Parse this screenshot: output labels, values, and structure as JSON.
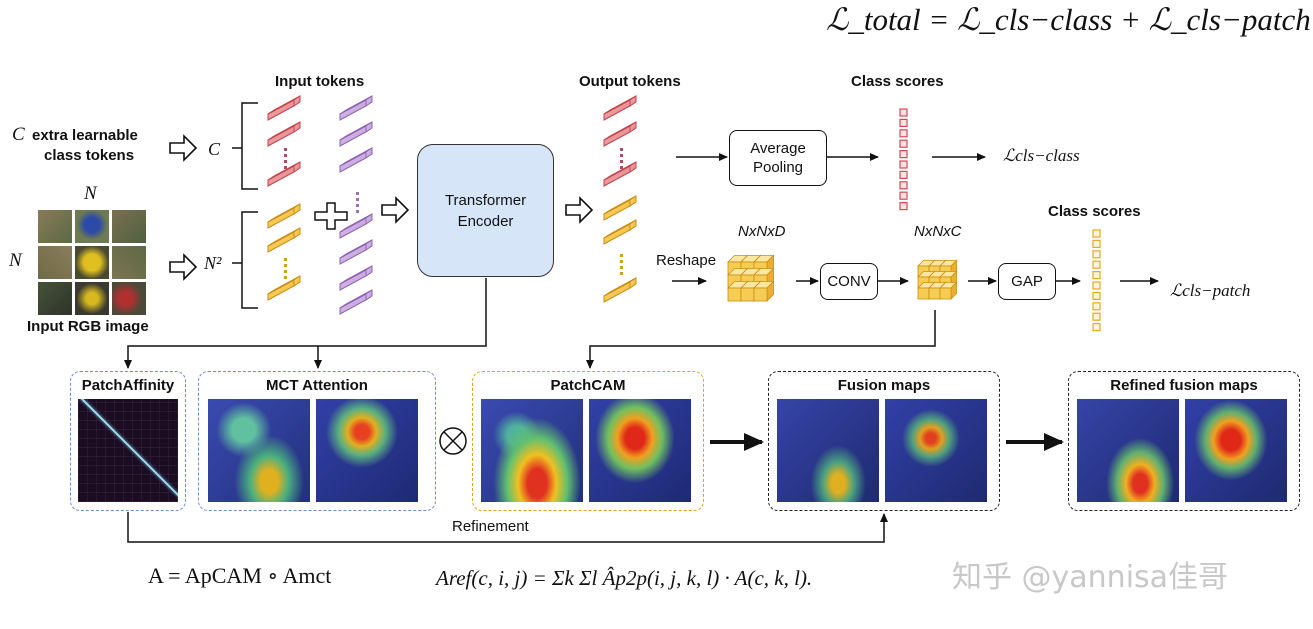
{
  "top_formula": "ℒ_total = ℒ_cls−class + ℒ_cls−patch",
  "left": {
    "c_label": "C",
    "extra_tokens_line1": "extra learnable",
    "extra_tokens_line2": "class tokens",
    "n_top": "N",
    "n_left": "N",
    "input_caption": "Input RGB image",
    "c_brace": "C",
    "n2_brace": "N²"
  },
  "headers": {
    "input_tokens": "Input tokens",
    "output_tokens": "Output tokens",
    "class_scores_1": "Class scores",
    "class_scores_2": "Class scores"
  },
  "blocks": {
    "encoder_line1": "Transformer",
    "encoder_line2": "Encoder",
    "avg_line1": "Average",
    "avg_line2": "Pooling",
    "conv": "CONV",
    "gap": "GAP",
    "reshape": "Reshape",
    "nnd": "NxNxD",
    "nnc": "NxNxC",
    "loss_class": "ℒcls−class",
    "loss_patch": "ℒcls−patch"
  },
  "panels": {
    "patch_affinity": "PatchAffinity",
    "mct_attention": "MCT Attention",
    "patchcam": "PatchCAM",
    "fusion_maps": "Fusion maps",
    "refined_fusion_maps": "Refined fusion maps",
    "refinement": "Refinement",
    "otimes": "⊗"
  },
  "formulas": {
    "a_eq": "A = ApCAM ∘ Amct",
    "aref": "Aref(c, i, j) = Σk Σl Âp2p(i, j, k, l) · A(c, k, l)."
  },
  "watermark": "知乎 @yannisa佳哥",
  "colors": {
    "red_token": "#e8888c",
    "purple_token": "#c9a6dc",
    "yellow_token": "#f5c040",
    "encoder_fill": "#d6e6f8",
    "blue_dash": "#6a8ec8",
    "orange_dash": "#e0a020"
  }
}
